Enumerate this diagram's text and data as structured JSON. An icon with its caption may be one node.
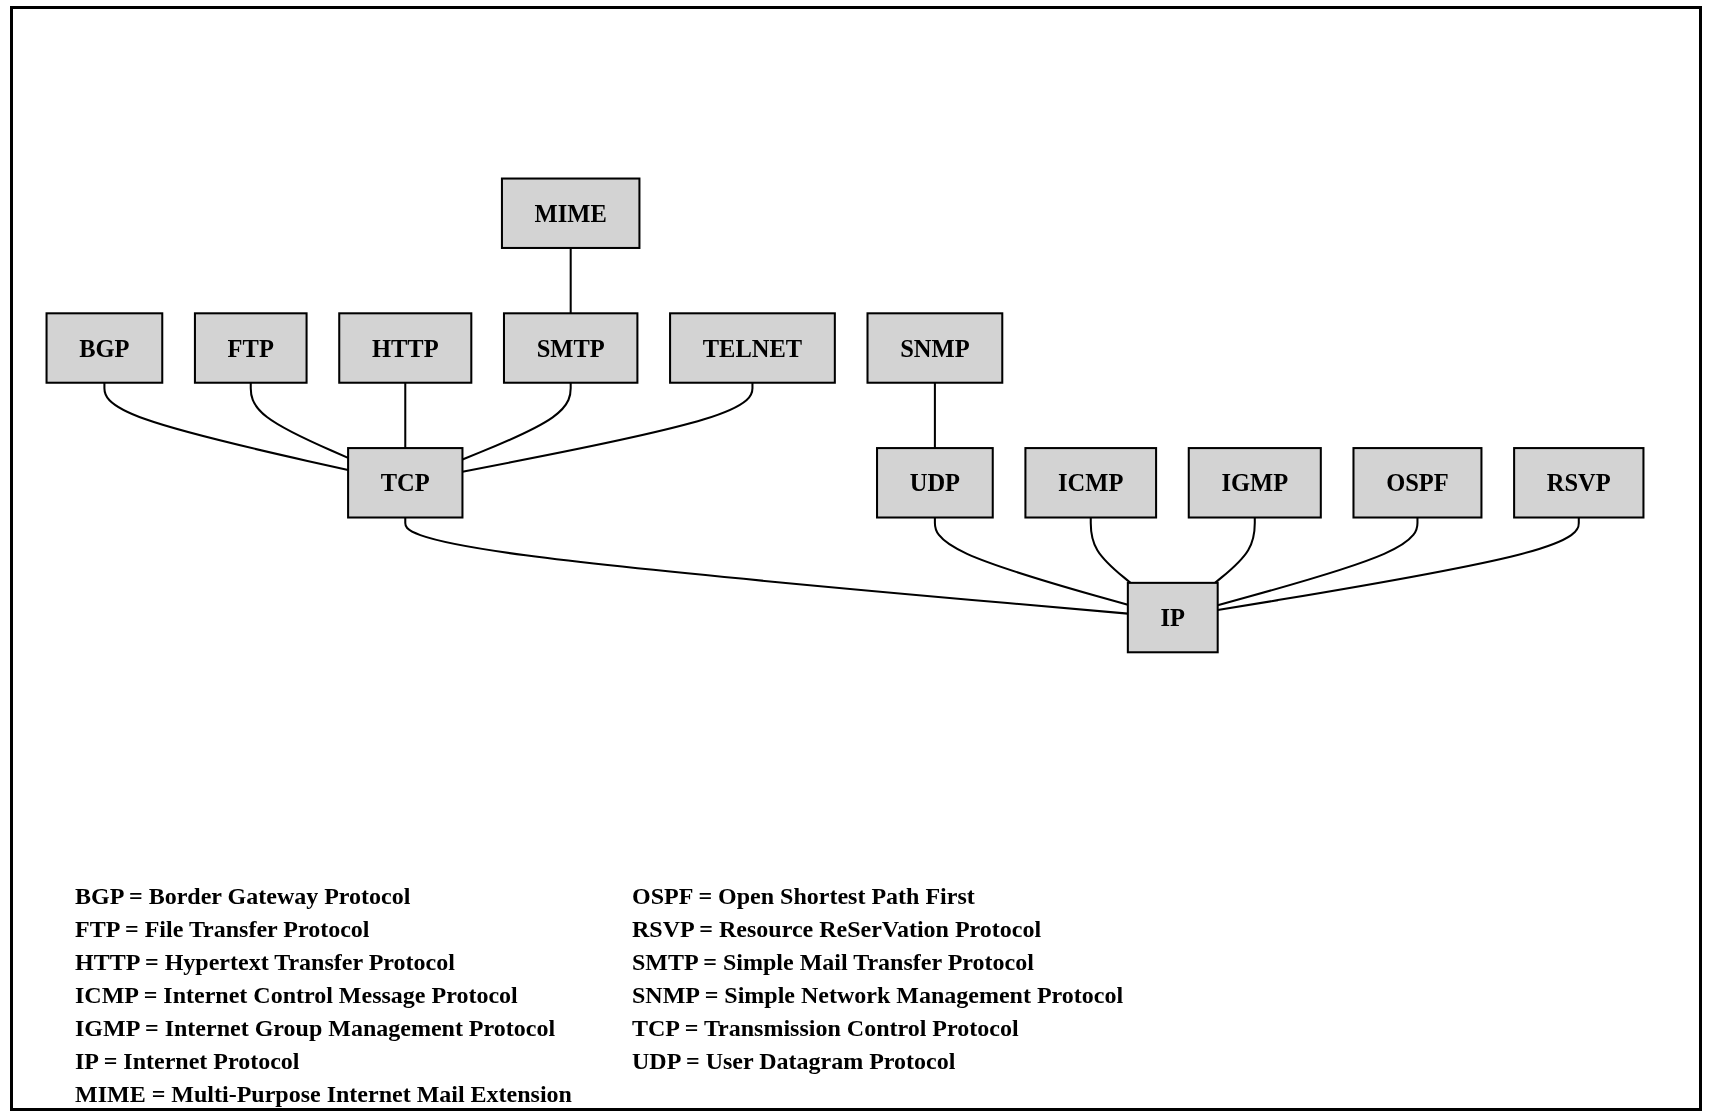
{
  "diagram": {
    "nodes": [
      {
        "text": [
          "MIME"
        ]
      },
      {
        "text": [
          "BGP"
        ]
      },
      {
        "text": [
          "FTP"
        ]
      },
      {
        "text": [
          "HTTP"
        ]
      },
      {
        "text": [
          "SMTP"
        ]
      },
      {
        "text": [
          "TELNET"
        ]
      },
      {
        "text": [
          "SNMP"
        ]
      },
      {
        "text": [
          "TCP"
        ]
      },
      {
        "text": [
          "UDP"
        ]
      },
      {
        "text": [
          "ICMP"
        ]
      },
      {
        "text": [
          "IGMP"
        ]
      },
      {
        "text": [
          "OSPF"
        ]
      },
      {
        "text": [
          "RSVP"
        ]
      },
      {
        "text": [
          "IP"
        ]
      }
    ],
    "edges": [
      {
        "from": 0,
        "to": 4,
        "arrow": "none"
      },
      {
        "from": 1,
        "to": 7,
        "arrow": "none"
      },
      {
        "from": 2,
        "to": 7,
        "arrow": "none"
      },
      {
        "from": 3,
        "to": 7,
        "arrow": "none"
      },
      {
        "from": 4,
        "to": 7,
        "arrow": "none"
      },
      {
        "from": 5,
        "to": 7,
        "arrow": "none"
      },
      {
        "from": 6,
        "to": 8,
        "arrow": "none"
      },
      {
        "from": 7,
        "to": 13,
        "arrow": "none"
      },
      {
        "from": 8,
        "to": 13,
        "arrow": "none"
      },
      {
        "from": 9,
        "to": 13,
        "arrow": "none"
      },
      {
        "from": 10,
        "to": 13,
        "arrow": "none"
      },
      {
        "from": 11,
        "to": 13,
        "arrow": "none"
      },
      {
        "from": 12,
        "to": 13,
        "arrow": "none"
      }
    ],
    "labels": [
      "BGP = Border Gateway Protocol",
      "FTP = File Transfer Protocol",
      "HTTP = Hypertext Transfer Protocol",
      "ICMP = Internet Control Message Protocol",
      "IGMP = Internet Group Management Protocol",
      "IP = Internet Protocol",
      "MIME = Multi-Purpose Internet Mail Extension",
      "OSPF = Open Shortest Path First",
      "RSVP = Resource ReSerVation Protocol",
      "SMTP = Simple Mail Transfer Protocol",
      "SNMP = Simple Network Management Protocol",
      "TCP = Transmission Control Protocol",
      "UDP = User Datagram Protocol"
    ]
  }
}
